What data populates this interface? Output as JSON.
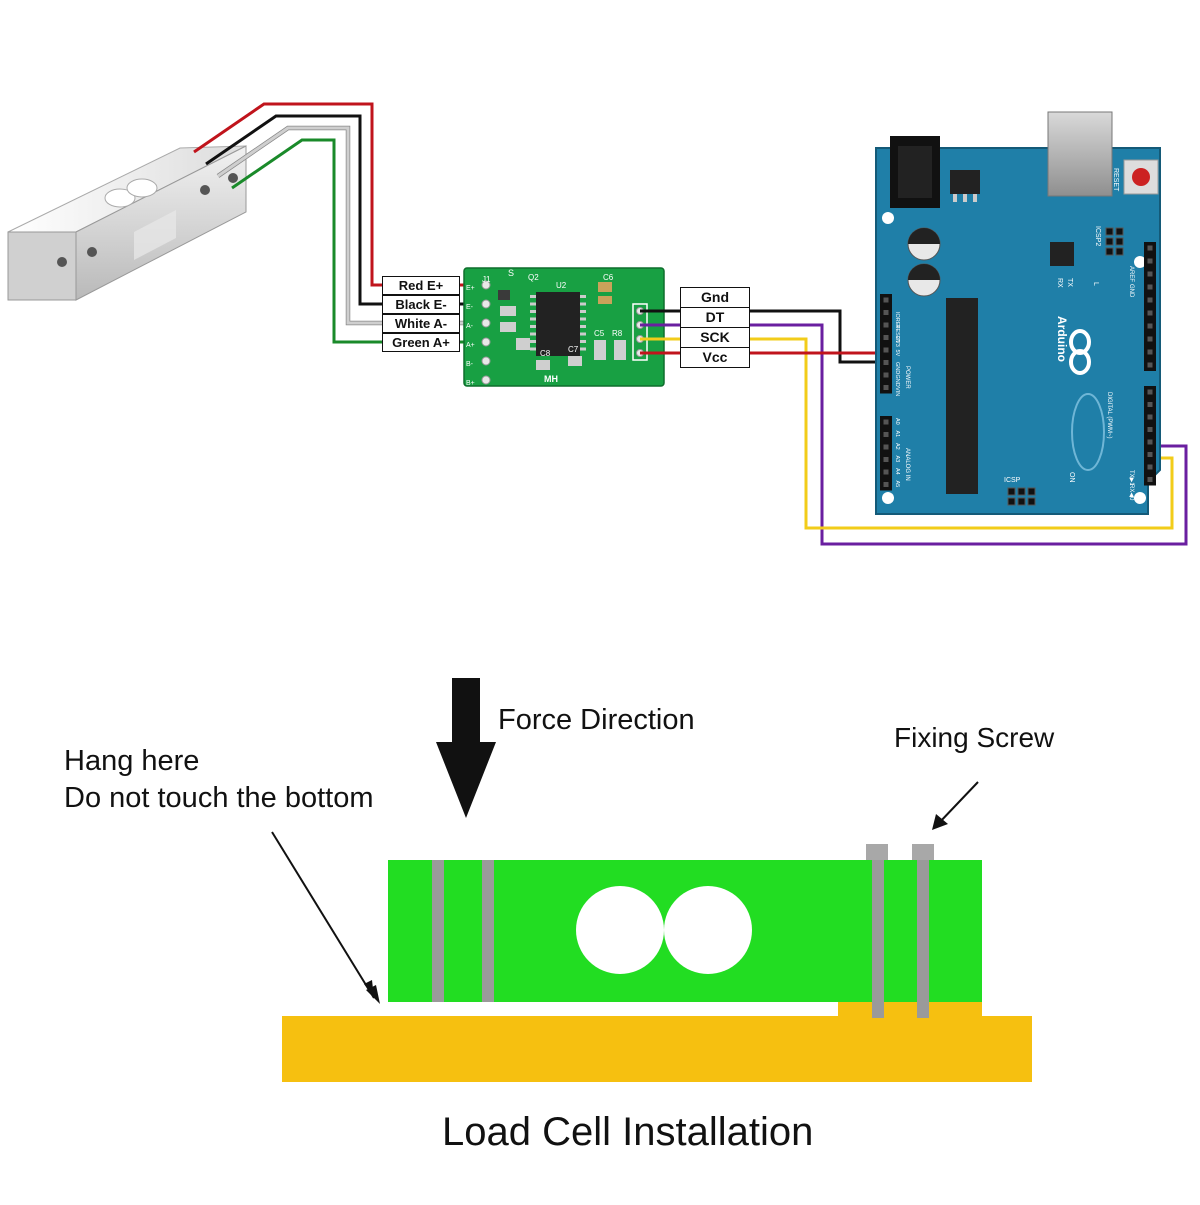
{
  "colors": {
    "wire_red": "#c0141c",
    "wire_black": "#111111",
    "wire_white": "#cfcfcf",
    "wire_green": "#1a8a2a",
    "wire_yellow": "#f2cc1a",
    "wire_purple": "#6a1fa0",
    "hx711_board": "#18a043",
    "arduino_board": "#1f7fa8",
    "cell_green": "#22dd22",
    "base_yellow": "#f6c010",
    "screw_grey": "#9a9a9a"
  },
  "load_cell_pins": [
    {
      "label": "Red E+",
      "wire": "red"
    },
    {
      "label": "Black E-",
      "wire": "black"
    },
    {
      "label": "White A-",
      "wire": "white"
    },
    {
      "label": "Green A+",
      "wire": "green"
    }
  ],
  "hx711_pins": [
    {
      "label": "Gnd",
      "wire": "black"
    },
    {
      "label": "DT",
      "wire": "purple"
    },
    {
      "label": "SCK",
      "wire": "yellow"
    },
    {
      "label": "Vcc",
      "wire": "red"
    }
  ],
  "hx711": {
    "silk_j1": "J1",
    "silk_s": "S",
    "silk_q2": "Q2",
    "silk_u2": "U2",
    "silk_c6": "C6",
    "silk_c5": "C5",
    "silk_r8": "R8",
    "silk_c8": "C8",
    "silk_c7": "C7",
    "silk_mh": "MH",
    "silk_pins_left": [
      "E+",
      "E-",
      "A-",
      "A+",
      "B-",
      "B+"
    ]
  },
  "arduino": {
    "logo_text": "Arduino",
    "power_pins": [
      "IOREF",
      "RESET",
      "3V3",
      "5V",
      "GND",
      "GND",
      "VIN"
    ],
    "analog_pins": [
      "A0",
      "A1",
      "A2",
      "A3",
      "A4",
      "A5"
    ],
    "power_header": "POWER",
    "analog_header": "ANALOG IN",
    "digital_header": "DIGITAL (PWM~)",
    "reset_label": "RESET",
    "icsp_label": "ICSP",
    "icsp2_label": "ICSP2",
    "tx_label": "TX",
    "rx_label": "RX",
    "on_label": "ON",
    "l_label": "L",
    "aref_label": "AREF",
    "gnd_label": "GND",
    "txd_label": "TX▶1",
    "rxd_label": "RX◀0"
  },
  "installation": {
    "force_label": "Force Direction",
    "screw_label": "Fixing Screw",
    "hang_line1": "Hang here",
    "hang_line2": "Do not touch the bottom",
    "caption": "Load Cell Installation"
  }
}
